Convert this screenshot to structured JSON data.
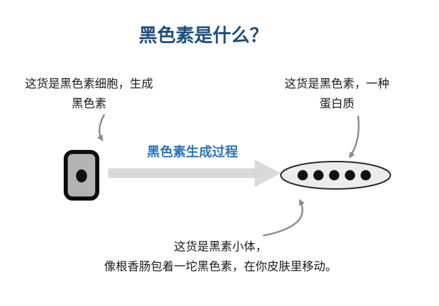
{
  "title": "黑色素是什么？",
  "diagram": {
    "melanocyte_note": {
      "line1": "这货是黑色素细胞，生成",
      "line2": "黑色素"
    },
    "melanin_note": {
      "line1": "这货是黑色素，一种",
      "line2": "蛋白质"
    },
    "process_label": "黑色素生成过程",
    "melanosome_note": {
      "line1": "这货是黑素小体，",
      "line2": "像根香肠包着一坨黑色素，在你皮肤里移动。"
    },
    "melanosome_dot_count": 5
  },
  "colors": {
    "title": "#1F4E79",
    "process_label": "#2E74B5",
    "big_arrow": "#D9D9D9",
    "curved_arrow": "#8C8C8C",
    "text": "#1A1A1A",
    "cell_fill": "#B3B3B3",
    "cell_border": "#0D0D0D",
    "nucleus": "#111111",
    "vesicle_fill": "#ECECEC",
    "vesicle_border": "#262626",
    "dot": "#111111"
  }
}
